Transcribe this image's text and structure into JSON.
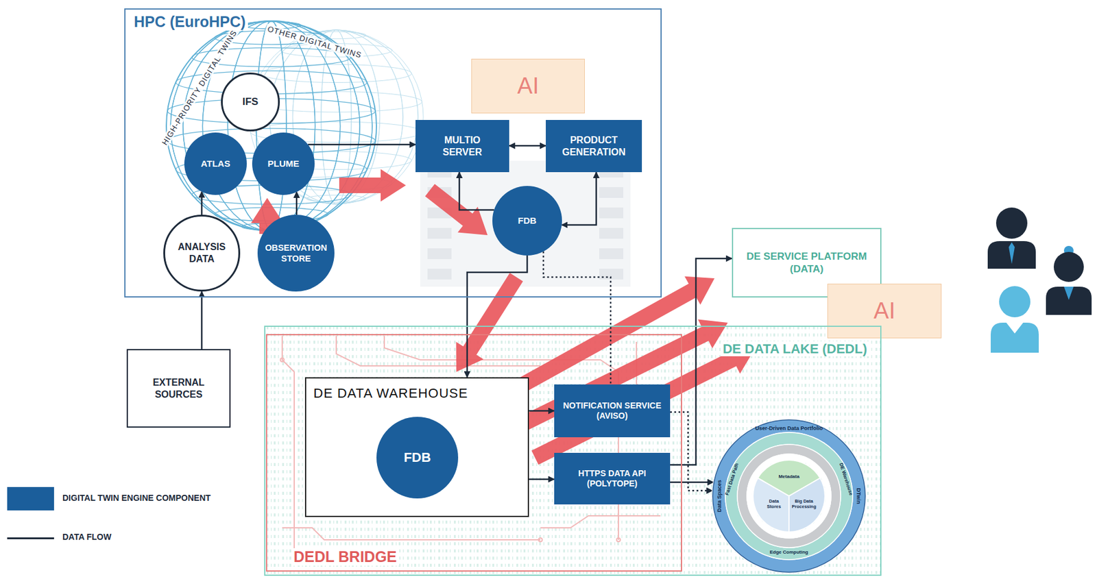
{
  "diagram": {
    "nodes": [
      {
        "text": [
          "HPC (EuroHPC)"
        ]
      },
      {
        "text": [
          "IFS"
        ],
        "in": 0
      },
      {
        "text": [
          "ATLAS"
        ],
        "in": 0
      },
      {
        "text": [
          "PLUME"
        ],
        "in": 0
      },
      {
        "text": [
          "ANALYSIS DATA"
        ],
        "in": 0
      },
      {
        "text": [
          "OBSERVATION STORE"
        ],
        "in": 0
      },
      {
        "text": [
          "AI"
        ],
        "in": 0
      },
      {
        "text": [
          "MULTIO SERVER"
        ],
        "in": 0
      },
      {
        "text": [
          "PRODUCT GENERATION"
        ],
        "in": 0
      },
      {
        "text": [
          "FDB"
        ],
        "in": 0
      },
      {
        "text": [
          "EXTERNAL SOURCES"
        ]
      },
      {
        "text": [
          "DE SERVICE PLATFORM (DATA)"
        ]
      },
      {
        "text": [
          "AI"
        ]
      },
      {
        "text": [
          "DE DATA LAKE (DEDL)"
        ]
      },
      {
        "text": [
          "DEDL BRIDGE"
        ],
        "in": 13
      },
      {
        "text": [
          "DE DATA WAREHOUSE"
        ],
        "in": 14
      },
      {
        "text": [
          "FDB"
        ],
        "in": 15
      },
      {
        "text": [
          "NOTIFICATION SERVICE (AVISO)"
        ],
        "in": 14
      },
      {
        "text": [
          "HTTPS DATA API (POLYTOPE)"
        ],
        "in": 14
      },
      {
        "text": [
          "User-Driven Data Portfolio",
          "Data Spaces",
          "DTwin",
          "Fast Data Path",
          "DE Warehouse",
          "Edge Computing",
          "Metadata",
          "Data Stores",
          "Big Data Processing"
        ],
        "in": 13
      }
    ],
    "edges": [
      {
        "from": 10,
        "to": 4,
        "arrow": "to"
      },
      {
        "from": 4,
        "to": 2,
        "arrow": "to"
      },
      {
        "from": 5,
        "to": 3,
        "arrow": "to"
      },
      {
        "from": 3,
        "to": 7,
        "arrow": "to"
      },
      {
        "from": 7,
        "to": 8,
        "arrow": "both"
      },
      {
        "from": 9,
        "to": 7,
        "arrow": "to"
      },
      {
        "from": 9,
        "to": 8,
        "arrow": "both"
      },
      {
        "from": 9,
        "to": 15,
        "arrow": "to"
      },
      {
        "from": 9,
        "to": 17,
        "arrow": "none"
      },
      {
        "from": 15,
        "to": 17,
        "arrow": "to"
      },
      {
        "from": 15,
        "to": 18,
        "arrow": "to"
      },
      {
        "from": 18,
        "to": 11,
        "arrow": "to"
      },
      {
        "from": 18,
        "to": 19,
        "arrow": "to"
      },
      {
        "from": 17,
        "to": 19,
        "arrow": "to"
      }
    ],
    "labels": [
      "HIGH-PRIORITY DIGITAL TWINS",
      "OTHER DIGITAL TWINS"
    ],
    "legend": [
      {
        "text": "DIGITAL TWIN ENGINE COMPONENT",
        "color": "#1b5e9b"
      },
      {
        "text": "DATA FLOW"
      }
    ]
  }
}
